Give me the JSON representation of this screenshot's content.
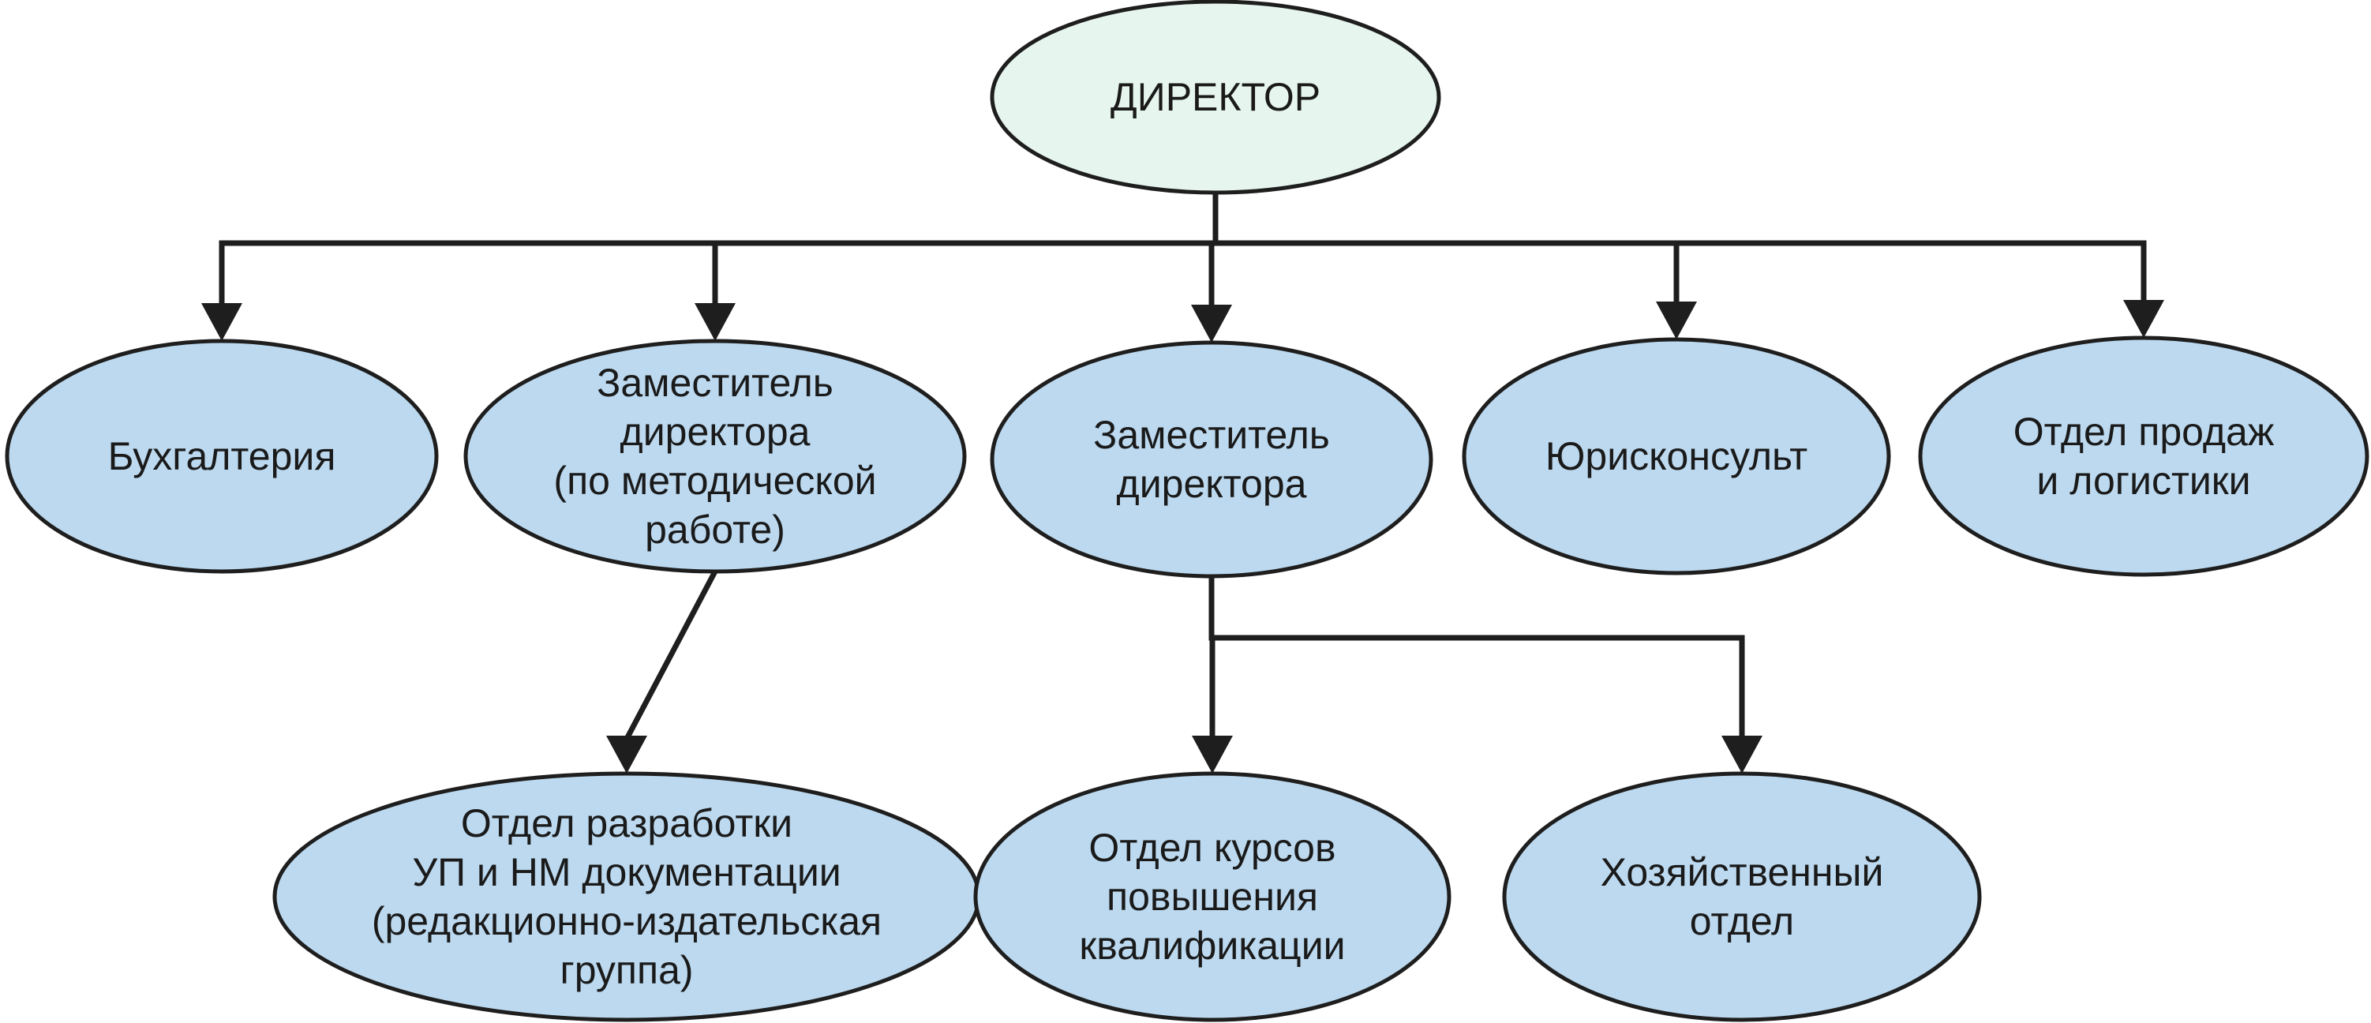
{
  "colors": {
    "root_fill": "#e6f6ee",
    "node_fill": "#bcd9ef",
    "line": "#1e1e1e"
  },
  "nodes": {
    "director": {
      "lines": [
        "ДИРЕКТОР"
      ]
    },
    "accounting": {
      "lines": [
        "Бухгалтерия"
      ]
    },
    "deputy_methodical": {
      "lines": [
        "Заместитель",
        "директора",
        "(по методической",
        "работе)"
      ]
    },
    "deputy": {
      "lines": [
        "Заместитель",
        "директора"
      ]
    },
    "legal": {
      "lines": [
        "Юрисконсульт"
      ]
    },
    "sales": {
      "lines": [
        "Отдел продаж",
        "и логистики"
      ]
    },
    "development": {
      "lines": [
        "Отдел разработки",
        "УП и НМ документации",
        "(редакционно-издательская",
        "группа)"
      ]
    },
    "courses": {
      "lines": [
        "Отдел курсов",
        "повышения",
        "квалификации"
      ]
    },
    "household": {
      "lines": [
        "Хозяйственный",
        "отдел"
      ]
    }
  },
  "edges": [
    {
      "from": "director",
      "to": "accounting"
    },
    {
      "from": "director",
      "to": "deputy_methodical"
    },
    {
      "from": "director",
      "to": "deputy"
    },
    {
      "from": "director",
      "to": "legal"
    },
    {
      "from": "director",
      "to": "sales"
    },
    {
      "from": "deputy_methodical",
      "to": "development"
    },
    {
      "from": "deputy",
      "to": "courses"
    },
    {
      "from": "deputy",
      "to": "household"
    }
  ]
}
